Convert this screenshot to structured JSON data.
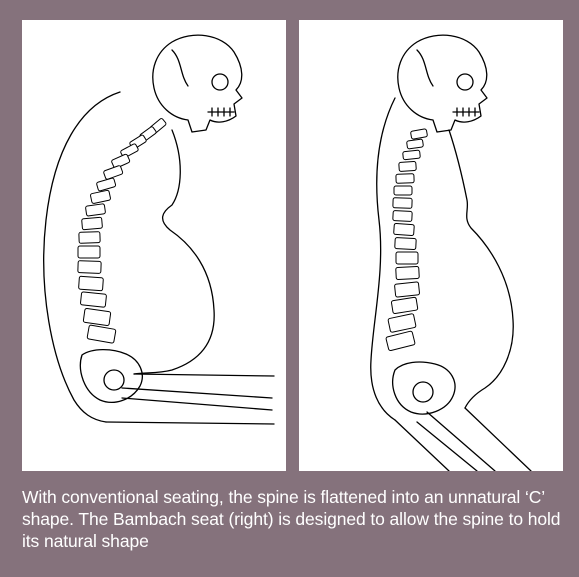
{
  "colors": {
    "background": "#85727c",
    "panel": "#ffffff",
    "caption_text": "#ffffff",
    "line_art": "#000000"
  },
  "panels": [
    {
      "id": "left",
      "depicts": "conventional-seating-c-shaped-spine"
    },
    {
      "id": "right",
      "depicts": "bambach-seat-natural-s-curve-spine"
    }
  ],
  "caption": "With conventional seating, the spine is flattened into an unnatural ‘C’ shape. The Bambach seat (right) is designed to allow the spine to hold its natural shape"
}
